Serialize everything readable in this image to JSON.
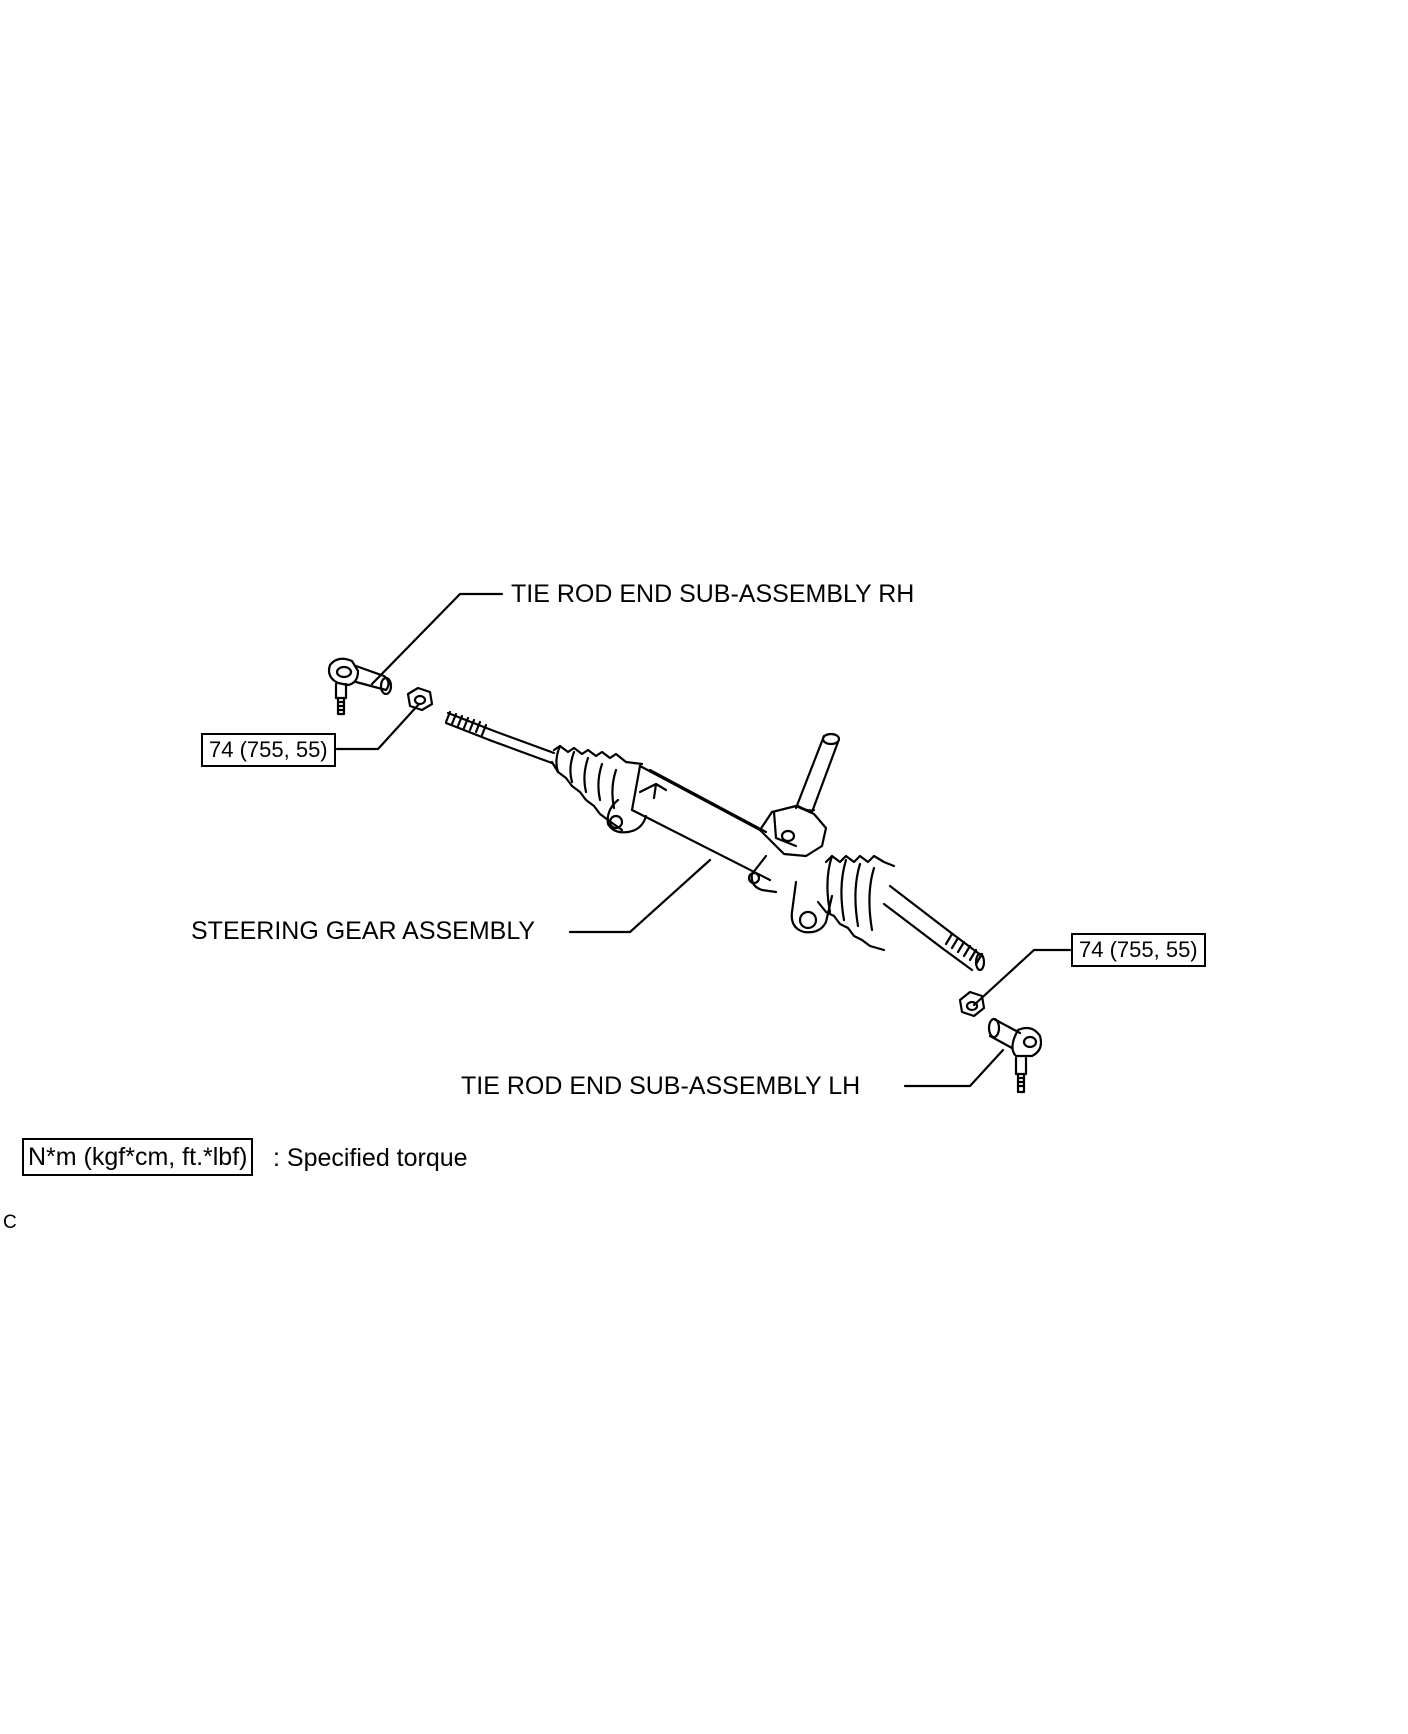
{
  "labels": {
    "tie_rod_rh": "TIE ROD END SUB-ASSEMBLY RH",
    "tie_rod_lh": "TIE ROD END SUB-ASSEMBLY LH",
    "steering_gear": "STEERING GEAR ASSEMBLY"
  },
  "torque": {
    "rh_nut": "74 (755, 55)",
    "lh_nut": "74 (755, 55)"
  },
  "legend": {
    "unit": "N*m (kgf*cm, ft.*lbf)",
    "description": ": Specified torque"
  },
  "corner_mark": "C"
}
